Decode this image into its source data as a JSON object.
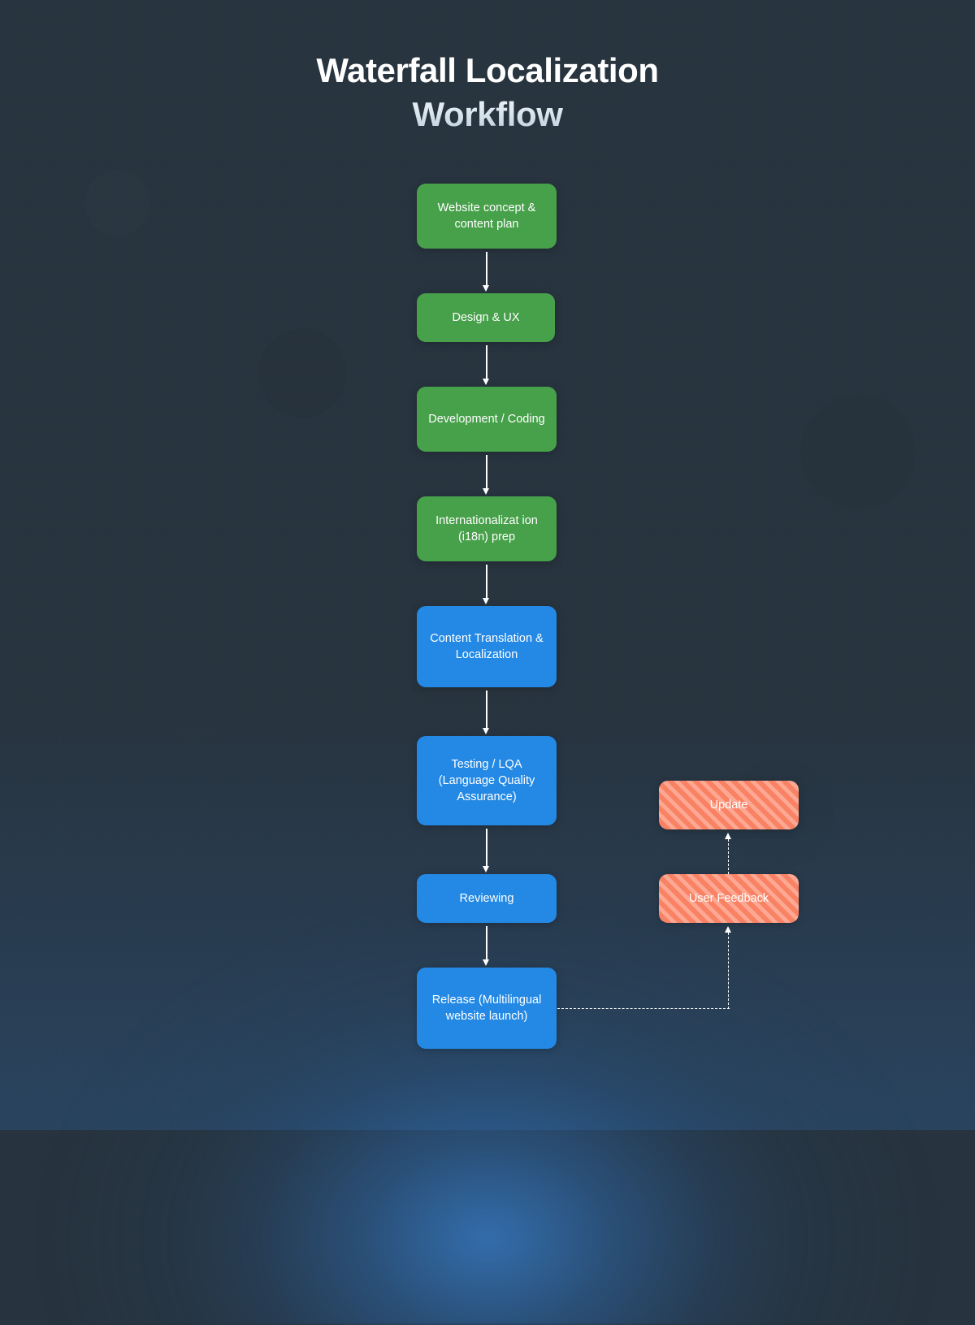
{
  "title": {
    "line1": "Waterfall Localization",
    "line2": "Workflow"
  },
  "colors": {
    "background": "#27333e",
    "green": "#47a04a",
    "blue": "#2389e5",
    "orange": "#fa8264",
    "connector": "#ffffff",
    "title": "#ffffff"
  },
  "chart_data": {
    "type": "diagram",
    "title": "Waterfall Localization Workflow",
    "nodes": [
      {
        "id": "n1",
        "label": "Website concept & content plan",
        "color": "green",
        "stage": "main"
      },
      {
        "id": "n2",
        "label": "Design & UX",
        "color": "green",
        "stage": "main"
      },
      {
        "id": "n3",
        "label": "Development / Coding",
        "color": "green",
        "stage": "main"
      },
      {
        "id": "n4",
        "label": "Internationalizat ion (i18n) prep",
        "color": "green",
        "stage": "main"
      },
      {
        "id": "n5",
        "label": "Content Translation & Localization",
        "color": "blue",
        "stage": "main"
      },
      {
        "id": "n6",
        "label": "Testing / LQA (Language Quality Assurance)",
        "color": "blue",
        "stage": "main"
      },
      {
        "id": "n7",
        "label": "Reviewing",
        "color": "blue",
        "stage": "main"
      },
      {
        "id": "n8",
        "label": "Release (Multilingual website launch)",
        "color": "blue",
        "stage": "main"
      },
      {
        "id": "n9",
        "label": "Update",
        "color": "orange",
        "stage": "feedback"
      },
      {
        "id": "n10",
        "label": "User Feedback",
        "color": "orange",
        "stage": "feedback"
      }
    ],
    "edges": [
      {
        "from": "n1",
        "to": "n2",
        "style": "solid"
      },
      {
        "from": "n2",
        "to": "n3",
        "style": "solid"
      },
      {
        "from": "n3",
        "to": "n4",
        "style": "solid"
      },
      {
        "from": "n4",
        "to": "n5",
        "style": "solid"
      },
      {
        "from": "n5",
        "to": "n6",
        "style": "solid"
      },
      {
        "from": "n6",
        "to": "n7",
        "style": "solid"
      },
      {
        "from": "n7",
        "to": "n8",
        "style": "solid"
      },
      {
        "from": "n8",
        "to": "n10",
        "style": "dashed"
      },
      {
        "from": "n10",
        "to": "n9",
        "style": "dashed"
      }
    ]
  },
  "nodes": {
    "n1": {
      "label": "Website concept & content plan"
    },
    "n2": {
      "label": "Design & UX"
    },
    "n3": {
      "label": "Development / Coding"
    },
    "n4": {
      "label": "Internationalizat ion (i18n) prep"
    },
    "n5": {
      "label": "Content Translation & Localization"
    },
    "n6": {
      "label": "Testing / LQA (Language Quality Assurance)"
    },
    "n7": {
      "label": "Reviewing"
    },
    "n8": {
      "label": "Release (Multilingual website launch)"
    },
    "n9": {
      "label": "Update"
    },
    "n10": {
      "label": "User Feedback"
    }
  }
}
